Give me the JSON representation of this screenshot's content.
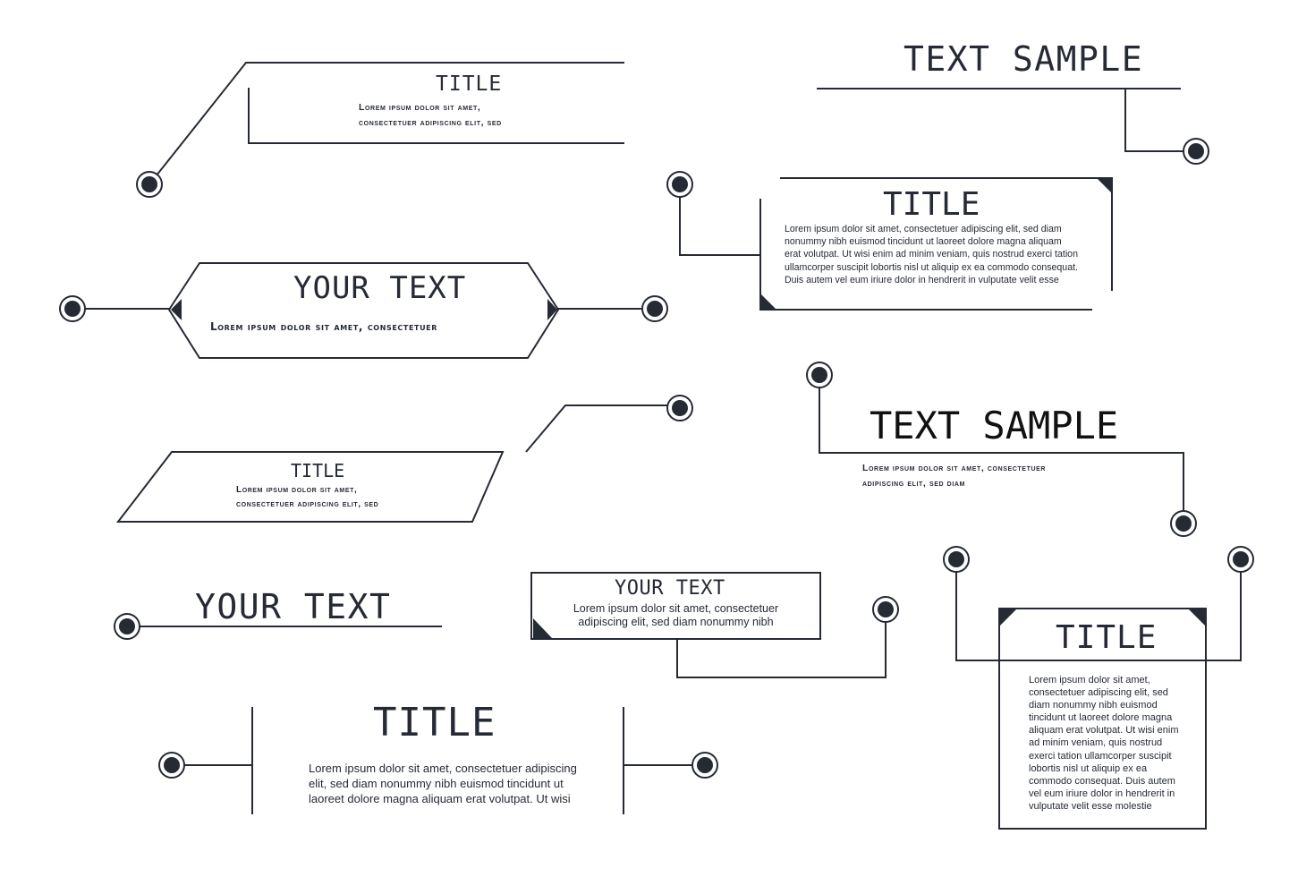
{
  "colors": {
    "stroke": "#252a35",
    "background": "#ffffff"
  },
  "callouts": [
    {
      "id": "c1",
      "title": "TITLE",
      "body": "Lorem ipsum dolor sit amet,\nconsectetuer adipiscing elit, sed"
    },
    {
      "id": "c2",
      "title": "TEXT SAMPLE"
    },
    {
      "id": "c3",
      "title": "TITLE",
      "body": "Lorem ipsum dolor sit amet, consectetuer adipiscing elit, sed diam\nnonummy nibh euismod tincidunt ut laoreet dolore magna aliquam\nerat volutpat. Ut wisi enim ad minim veniam, quis nostrud exerci tation\nullamcorper suscipit lobortis nisl ut aliquip ex ea commodo consequat.\nDuis autem vel eum iriure dolor in hendrerit in vulputate velit esse"
    },
    {
      "id": "c4",
      "title": "YOUR TEXT",
      "body": "Lorem ipsum dolor sit amet, consectetuer"
    },
    {
      "id": "c5",
      "title": "TITLE",
      "body": "Lorem ipsum dolor sit amet,\nconsectetuer adipiscing elit, sed"
    },
    {
      "id": "c6",
      "title": "TEXT SAMPLE",
      "body": "Lorem ipsum dolor sit amet, consectetuer\nadipiscing elit, sed diam"
    },
    {
      "id": "c7",
      "title": "YOUR TEXT"
    },
    {
      "id": "c8",
      "title": "YOUR TEXT",
      "body": "Lorem ipsum dolor sit amet, consectetuer\nadipiscing elit, sed diam nonummy nibh"
    },
    {
      "id": "c9",
      "title": "TITLE",
      "body": "Lorem ipsum dolor sit amet,\nconsectetuer adipiscing elit, sed\ndiam nonummy nibh euismod\ntincidunt ut laoreet dolore magna\naliquam erat volutpat. Ut wisi enim\nad minim veniam, quis nostrud\nexerci tation ullamcorper suscipit\nlobortis nisl ut aliquip ex ea\ncommodo consequat. Duis autem\nvel eum iriure dolor in hendrerit in\nvulputate velit esse molestie"
    },
    {
      "id": "c10",
      "title": "TITLE",
      "body": "Lorem ipsum dolor sit amet, consectetuer adipiscing\nelit, sed diam nonummy nibh euismod tincidunt ut\nlaoreet dolore magna aliquam erat volutpat. Ut wisi"
    }
  ]
}
